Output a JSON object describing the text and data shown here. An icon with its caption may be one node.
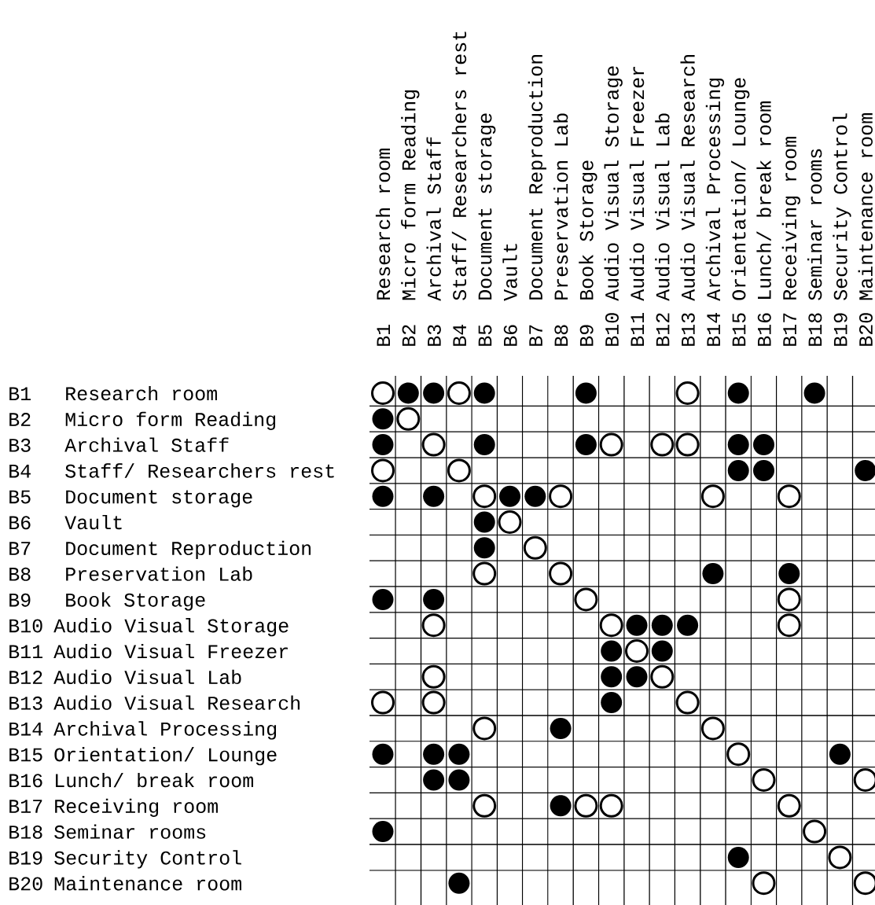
{
  "diagram": {
    "nodes": [
      {
        "text": [],
        "shape": "circle"
      },
      {
        "text": [],
        "shape": "dot"
      },
      {
        "text": [],
        "shape": "dot"
      },
      {
        "text": [],
        "shape": "circle"
      },
      {
        "text": [],
        "shape": "dot"
      },
      {
        "text": [],
        "shape": "dot"
      },
      {
        "text": [],
        "shape": "circle"
      },
      {
        "text": [],
        "shape": "dot"
      },
      {
        "text": [],
        "shape": "dot"
      },
      {
        "text": [],
        "shape": "dot"
      },
      {
        "text": [],
        "shape": "circle"
      },
      {
        "text": [],
        "shape": "dot"
      },
      {
        "text": [],
        "shape": "circle"
      },
      {
        "text": [],
        "shape": "dot"
      },
      {
        "text": [],
        "shape": "dot"
      },
      {
        "text": [],
        "shape": "circle"
      },
      {
        "text": [],
        "shape": "circle"
      },
      {
        "text": [],
        "shape": "circle"
      },
      {
        "text": [],
        "shape": "dot"
      },
      {
        "text": [],
        "shape": "dot"
      },
      {
        "text": [],
        "shape": "circle"
      },
      {
        "text": [],
        "shape": "circle"
      },
      {
        "text": [],
        "shape": "dot"
      },
      {
        "text": [],
        "shape": "dot"
      },
      {
        "text": [],
        "shape": "dot"
      },
      {
        "text": [],
        "shape": "dot"
      },
      {
        "text": [],
        "shape": "dot"
      },
      {
        "text": [],
        "shape": "circle"
      },
      {
        "text": [],
        "shape": "dot"
      },
      {
        "text": [],
        "shape": "dot"
      },
      {
        "text": [],
        "shape": "circle"
      },
      {
        "text": [],
        "shape": "circle"
      },
      {
        "text": [],
        "shape": "circle"
      },
      {
        "text": [],
        "shape": "dot"
      },
      {
        "text": [],
        "shape": "circle"
      },
      {
        "text": [],
        "shape": "dot"
      },
      {
        "text": [],
        "shape": "circle"
      },
      {
        "text": [],
        "shape": "circle"
      },
      {
        "text": [],
        "shape": "circle"
      },
      {
        "text": [],
        "shape": "dot"
      },
      {
        "text": [],
        "shape": "dot"
      },
      {
        "text": [],
        "shape": "dot"
      },
      {
        "text": [],
        "shape": "dot"
      },
      {
        "text": [],
        "shape": "circle"
      },
      {
        "text": [],
        "shape": "circle"
      },
      {
        "text": [],
        "shape": "circle"
      },
      {
        "text": [],
        "shape": "circle"
      },
      {
        "text": [],
        "shape": "dot"
      },
      {
        "text": [],
        "shape": "dot"
      },
      {
        "text": [],
        "shape": "dot"
      },
      {
        "text": [],
        "shape": "circle"
      },
      {
        "text": [],
        "shape": "dot"
      },
      {
        "text": [],
        "shape": "circle"
      },
      {
        "text": [],
        "shape": "dot"
      },
      {
        "text": [],
        "shape": "circle"
      },
      {
        "text": [],
        "shape": "dot"
      },
      {
        "text": [],
        "shape": "dot"
      },
      {
        "text": [],
        "shape": "circle"
      },
      {
        "text": [],
        "shape": "circle"
      },
      {
        "text": [],
        "shape": "circle"
      },
      {
        "text": [],
        "shape": "dot"
      },
      {
        "text": [],
        "shape": "circle"
      },
      {
        "text": [],
        "shape": "circle"
      },
      {
        "text": [],
        "shape": "dot"
      },
      {
        "text": [],
        "shape": "circle"
      },
      {
        "text": [],
        "shape": "dot"
      },
      {
        "text": [],
        "shape": "dot"
      },
      {
        "text": [],
        "shape": "dot"
      },
      {
        "text": [],
        "shape": "circle"
      },
      {
        "text": [],
        "shape": "dot"
      },
      {
        "text": [],
        "shape": "dot"
      },
      {
        "text": [],
        "shape": "dot"
      },
      {
        "text": [],
        "shape": "circle"
      },
      {
        "text": [],
        "shape": "circle"
      },
      {
        "text": [],
        "shape": "circle"
      },
      {
        "text": [],
        "shape": "dot"
      },
      {
        "text": [],
        "shape": "circle"
      },
      {
        "text": [],
        "shape": "circle"
      },
      {
        "text": [],
        "shape": "circle"
      },
      {
        "text": [],
        "shape": "dot"
      },
      {
        "text": [],
        "shape": "circle"
      },
      {
        "text": [],
        "shape": "dot"
      },
      {
        "text": [],
        "shape": "circle"
      },
      {
        "text": [],
        "shape": "dot"
      },
      {
        "text": [],
        "shape": "circle"
      },
      {
        "text": [],
        "shape": "circle"
      }
    ],
    "labels": [
      "B1",
      "Research room",
      "B2",
      "Micro form Reading",
      "B3",
      "Archival Staff",
      "B4",
      "Staff/ Researchers rest",
      "B5",
      "Document storage",
      "B6",
      "Vault",
      "B7",
      "Document Reproduction",
      "B8",
      "Preservation Lab",
      "B9",
      "Book Storage",
      "B10",
      "Audio Visual Storage",
      "B11",
      "Audio Visual Freezer",
      "B12",
      "Audio Visual Lab",
      "B13",
      "Audio Visual Research",
      "B14",
      "Archival Processing",
      "B15",
      "Orientation/ Lounge",
      "B16",
      "Lunch/ break room",
      "B17",
      "Receiving room",
      "B18",
      "Seminar rooms",
      "B19",
      "Security Control",
      "B20",
      "Maintenance room",
      "B1",
      "Research room",
      "B2",
      "Micro form Reading",
      "B3",
      "Archival Staff",
      "B4",
      "Staff/ Researchers rest",
      "B5",
      "Document storage",
      "B6",
      "Vault",
      "B7",
      "Document Reproduction",
      "B8",
      "Preservation Lab",
      "B9",
      "Book Storage",
      "B10",
      "Audio Visual Storage",
      "B11",
      "Audio Visual Freezer",
      "B12",
      "Audio Visual Lab",
      "B13",
      "Audio Visual Research",
      "B14",
      "Archival Processing",
      "B15",
      "Orientation/ Lounge",
      "B16",
      "Lunch/ break room",
      "B17",
      "Receiving room",
      "B18",
      "Seminar rooms",
      "B19",
      "Security Control",
      "B20",
      "Maintenance room"
    ]
  }
}
